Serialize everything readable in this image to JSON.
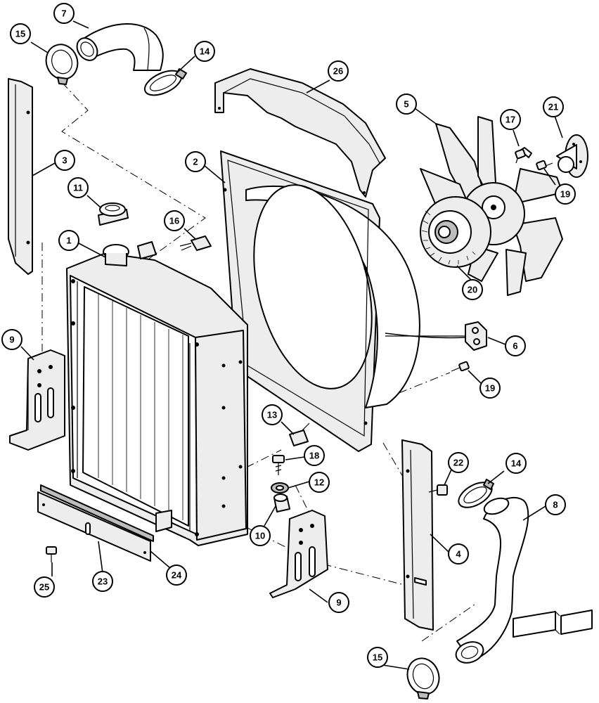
{
  "callouts": [
    {
      "label": "1"
    },
    {
      "label": "2"
    },
    {
      "label": "3"
    },
    {
      "label": "4"
    },
    {
      "label": "5"
    },
    {
      "label": "6"
    },
    {
      "label": "7"
    },
    {
      "label": "8"
    },
    {
      "label": "9"
    },
    {
      "label": "9"
    },
    {
      "label": "10"
    },
    {
      "label": "11"
    },
    {
      "label": "12"
    },
    {
      "label": "13"
    },
    {
      "label": "14"
    },
    {
      "label": "14"
    },
    {
      "label": "15"
    },
    {
      "label": "15"
    },
    {
      "label": "16"
    },
    {
      "label": "17"
    },
    {
      "label": "18"
    },
    {
      "label": "19"
    },
    {
      "label": "19"
    },
    {
      "label": "20"
    },
    {
      "label": "21"
    },
    {
      "label": "22"
    },
    {
      "label": "23"
    },
    {
      "label": "24"
    },
    {
      "label": "25"
    },
    {
      "label": "26"
    }
  ]
}
